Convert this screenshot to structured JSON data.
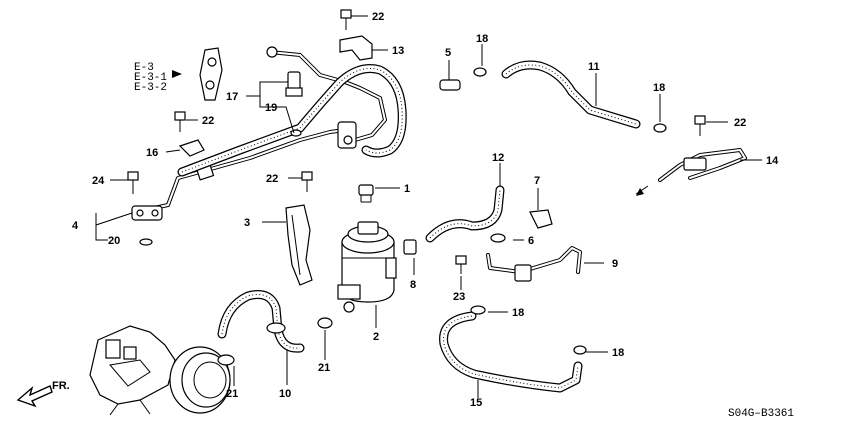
{
  "diagram_code": "S04G–B3361",
  "front_marker": "FR.",
  "ref_codes": [
    "E-3",
    "E-3-1",
    "E-3-2"
  ],
  "callouts": {
    "c1": "1",
    "c2": "2",
    "c3": "3",
    "c4": "4",
    "c5": "5",
    "c6": "6",
    "c7": "7",
    "c8": "8",
    "c9": "9",
    "c10": "10",
    "c11": "11",
    "c12": "12",
    "c13": "13",
    "c14": "14",
    "c15": "15",
    "c16": "16",
    "c17": "17",
    "c18a": "18",
    "c18b": "18",
    "c18c": "18",
    "c18d": "18",
    "c19": "19",
    "c20": "20",
    "c21a": "21",
    "c21b": "21",
    "c22a": "22",
    "c22b": "22",
    "c22c": "22",
    "c22d": "22",
    "c23": "23",
    "c24": "24"
  }
}
